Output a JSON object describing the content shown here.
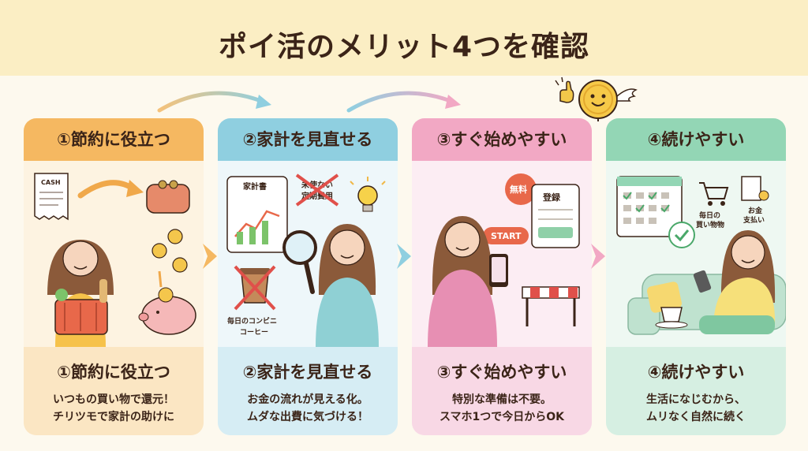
{
  "title": "ポイ活のメリット4つを確認",
  "colors": {
    "card1": "#f5b861",
    "card2": "#8fcfe0",
    "card3": "#f2a8c4",
    "card4": "#93d6b5"
  },
  "cards": [
    {
      "header": "①節約に役立つ",
      "title": "①節約に役立つ",
      "desc_line1": "いつもの買い物で還元！",
      "desc_line2": "チリツモで家計の助けに",
      "art": {
        "receipt_label": "CASH",
        "icons": [
          "receipt-icon",
          "wallet-icon",
          "coin-icon",
          "piggy-bank-icon",
          "shopping-basket-icon"
        ]
      }
    },
    {
      "header": "②家計を見直せる",
      "title": "②家計を見直せる",
      "desc_line1": "お金の流れが見える化。",
      "desc_line2": "ムダな出費に気づける！",
      "art": {
        "tablet_label": "家計書",
        "crossed_label_line1": "未使ない",
        "crossed_label_line2": "定期費用",
        "cup_label_line1": "毎日のコンビニ",
        "cup_label_line2": "コーヒー",
        "icons": [
          "tablet-chart-icon",
          "magnifier-icon",
          "lightbulb-icon",
          "coffee-cup-icon"
        ]
      }
    },
    {
      "header": "③すぐ始めやすい",
      "title": "③すぐ始めやすい",
      "desc_line1": "特別な準備は不要。",
      "desc_line2": "スマホ1つで今日からOK",
      "art": {
        "free_badge": "無料",
        "register_label": "登録",
        "start_label": "START",
        "icons": [
          "smartphone-icon",
          "hurdle-icon",
          "registration-form-icon"
        ]
      }
    },
    {
      "header": "④続けやすい",
      "title": "④続けやすい",
      "desc_line1": "生活になじむから、",
      "desc_line2": "ムリなく自然に続く",
      "art": {
        "cart_label_line1": "毎日の",
        "cart_label_line2": "買い物物",
        "bill_label_line1": "お金",
        "bill_label_line2": "支払い",
        "icons": [
          "calendar-icon",
          "cart-icon",
          "bill-icon",
          "check-icon",
          "sofa-icon",
          "tea-cup-icon"
        ]
      }
    }
  ]
}
